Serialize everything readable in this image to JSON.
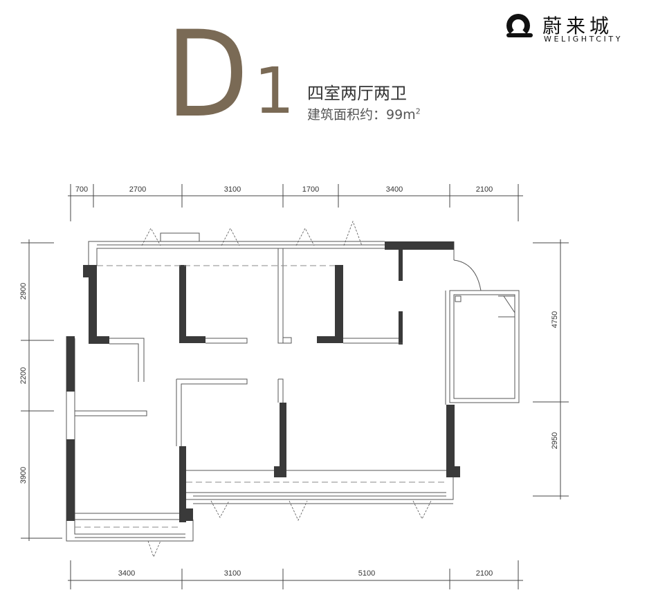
{
  "header": {
    "plan_letter": "D",
    "plan_number": "1",
    "rooms": "四室两厅两卫",
    "area_prefix": "建筑面积约：99m",
    "area_sup": "2"
  },
  "logo": {
    "name": "蔚来城",
    "english": "WELIGHTCITY"
  },
  "dimensions": {
    "top": [
      "700",
      "2700",
      "3100",
      "1700",
      "3400",
      "2100"
    ],
    "bottom": [
      "3400",
      "3100",
      "5100",
      "2100"
    ],
    "left": [
      "2900",
      "2200",
      "3900"
    ],
    "right": [
      "4750",
      "2950"
    ]
  },
  "colors": {
    "accent": "#7a6a55",
    "wall": "#3a3a3a",
    "line": "#555555"
  }
}
